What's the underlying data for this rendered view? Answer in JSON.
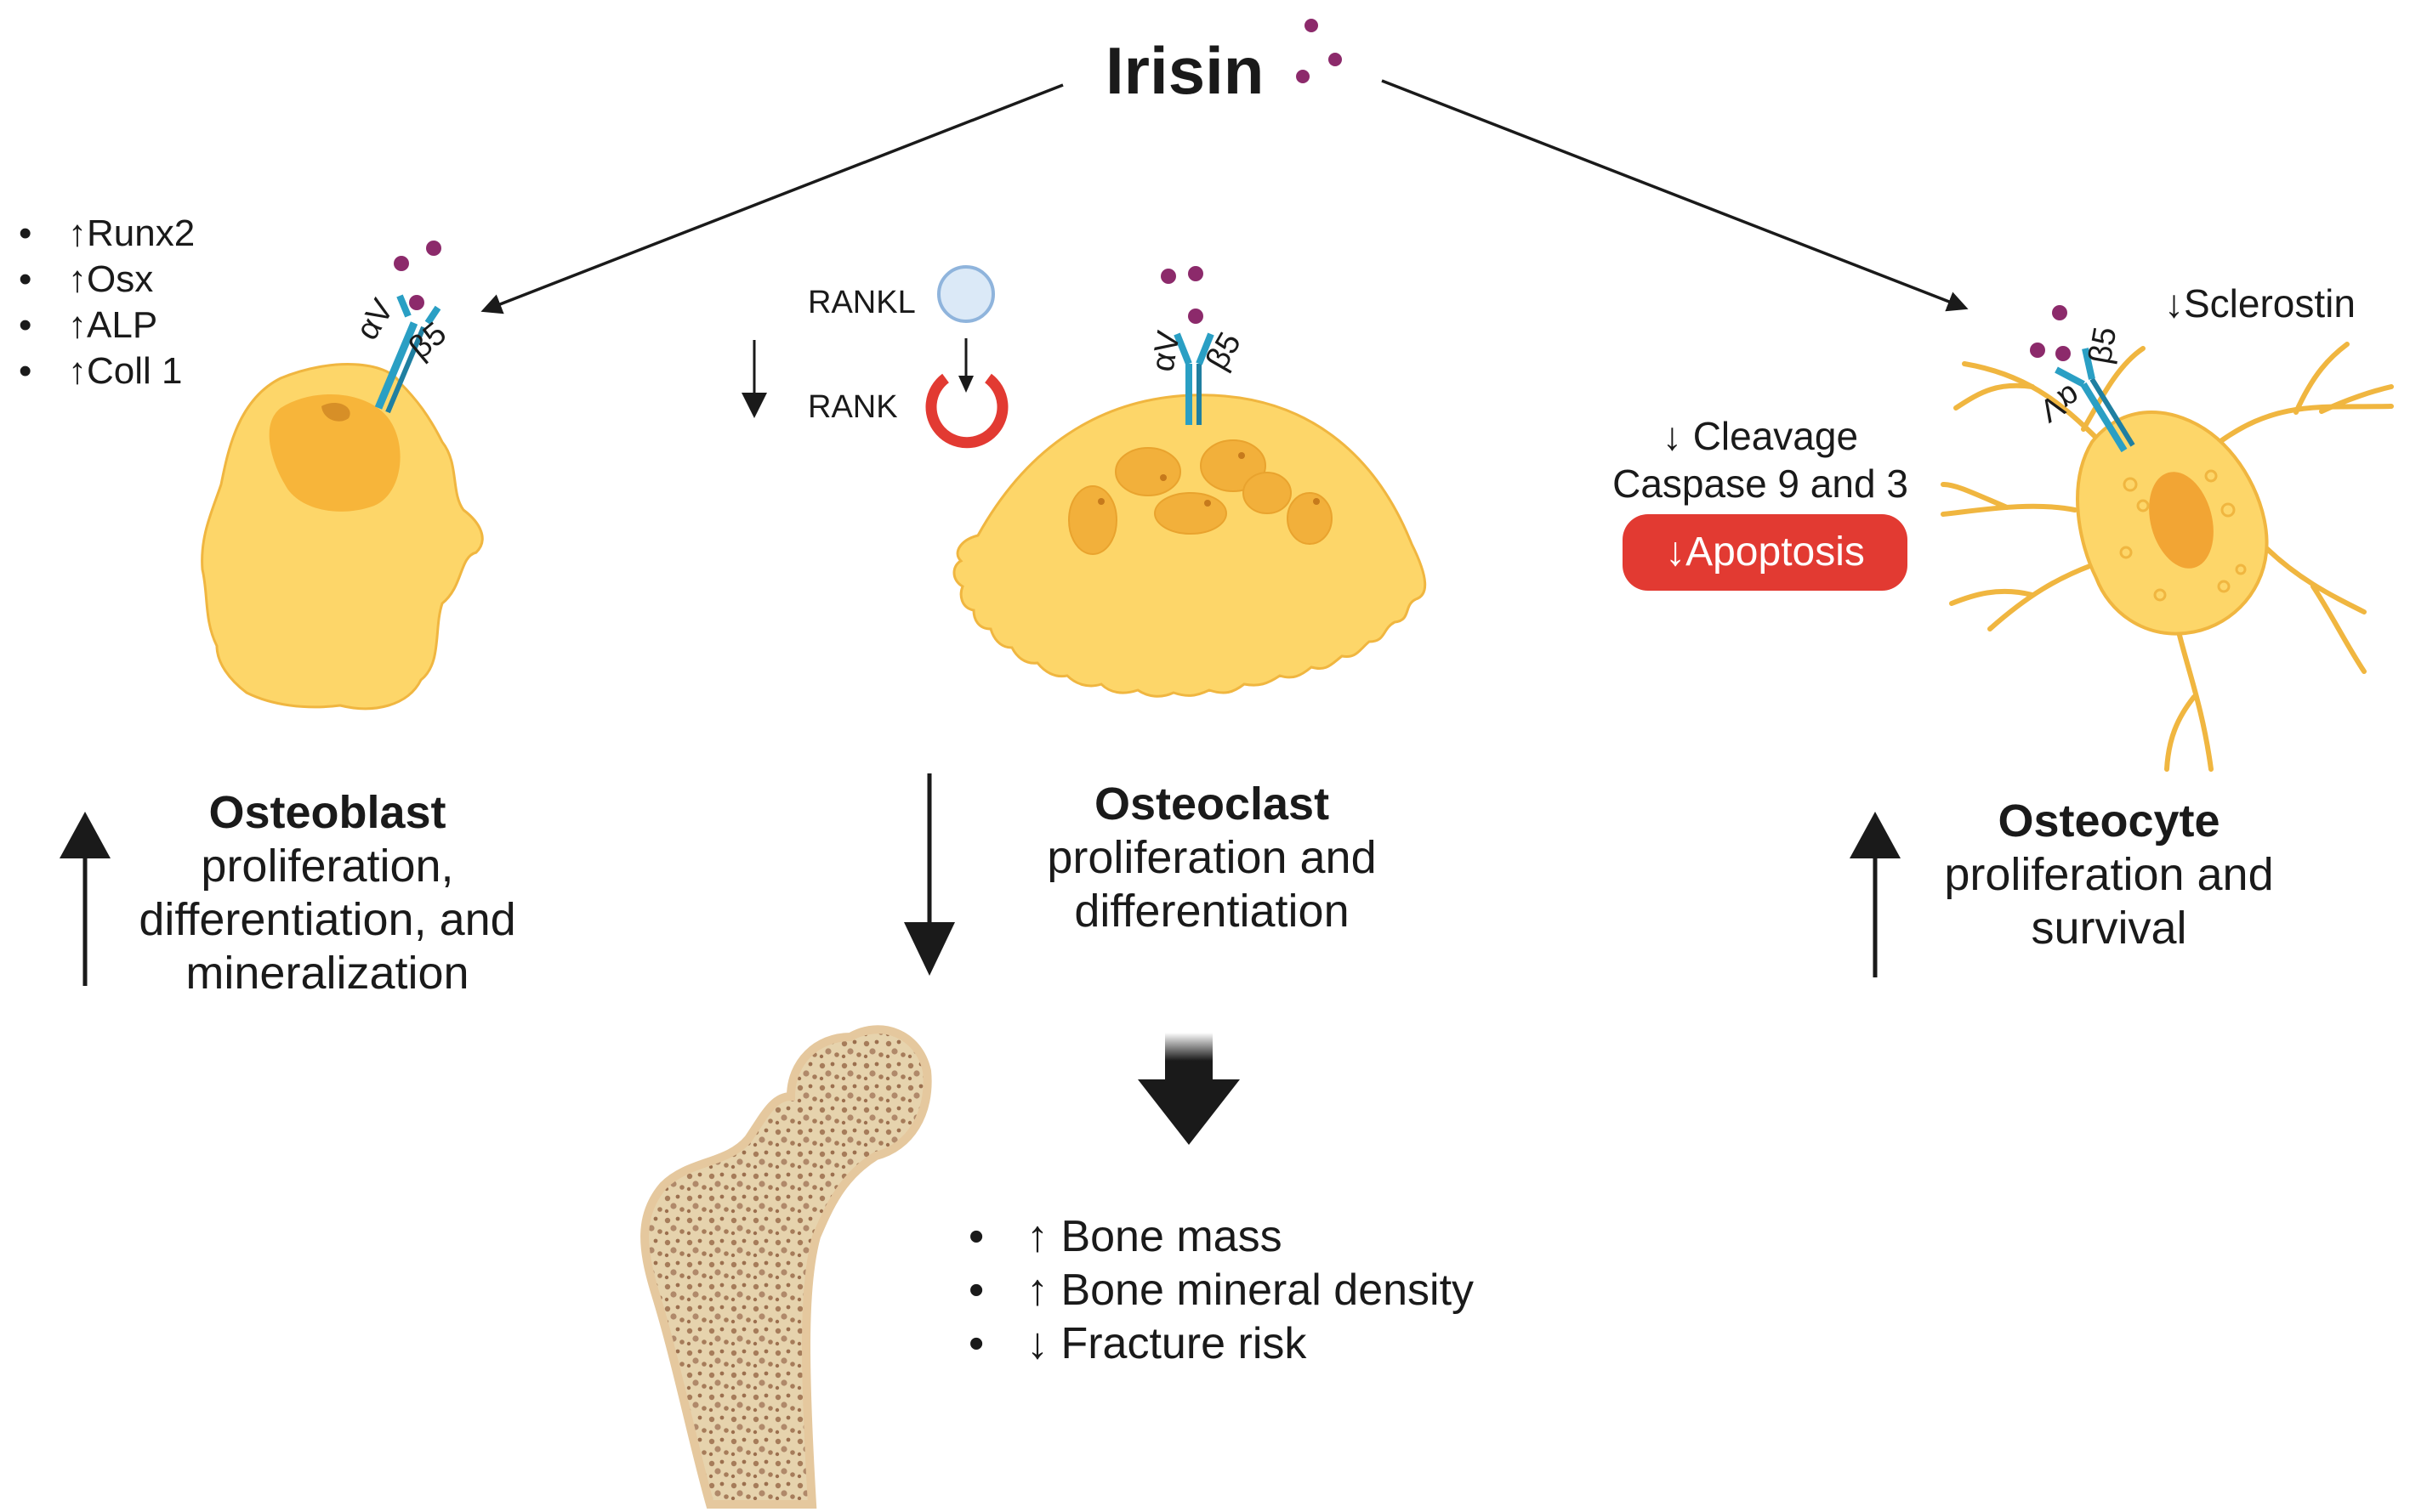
{
  "title": "Irisin",
  "osteoblast": {
    "markers": [
      "↑Runx2",
      "↑Osx",
      "↑ALP",
      "↑Coll 1"
    ],
    "receptor_alpha": "αV",
    "receptor_beta": "β5",
    "name": "Osteoblast",
    "effect_lines": [
      "proliferation,",
      "differentiation, and",
      "mineralization"
    ]
  },
  "osteoclast": {
    "rankl": "RANKL",
    "rank": "RANK",
    "receptor_alpha": "αV",
    "receptor_beta": "β5",
    "name": "Osteoclast",
    "effect_lines": [
      "proliferation and",
      "differentiation"
    ]
  },
  "osteocyte": {
    "sclerostin": "↓Sclerostin",
    "cleavage_lines": [
      "↓ Cleavage",
      "Caspase 9 and 3"
    ],
    "apoptosis": "↓Apoptosis",
    "receptor_alpha": "αV",
    "receptor_beta": "β5",
    "name": "Osteocyte",
    "effect_lines": [
      "proliferation and",
      "survival"
    ]
  },
  "bone_outcomes": [
    "↑ Bone mass",
    "↑ Bone mineral density",
    "↓ Fracture risk"
  ],
  "colors": {
    "cell_fill": "#fdd669",
    "cell_edge": "#f0b640",
    "nucleus": "#f7b53a",
    "irisin_dot": "#8c2a6b",
    "receptor": "#2a9fc4",
    "rank_red": "#e23a32",
    "rankl_blue": "#dbe9f7",
    "bone_fill": "#e9d7b3",
    "bone_spots": "#a67c5a"
  }
}
